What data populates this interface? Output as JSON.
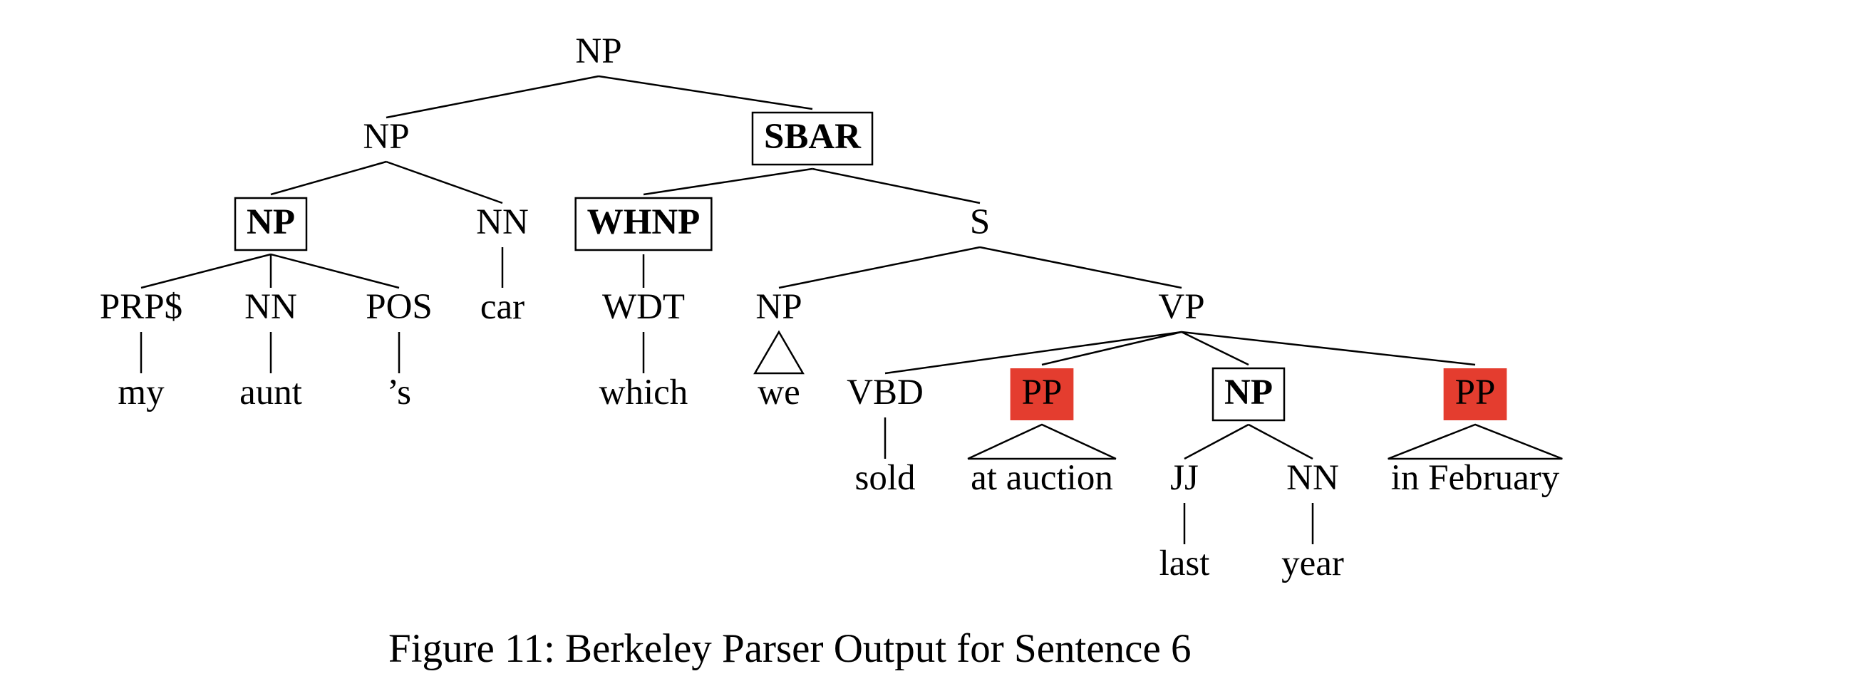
{
  "figure": {
    "caption": "Figure 11: Berkeley Parser Output for Sentence 6",
    "highlight_color": "#e43d2f"
  },
  "tree": {
    "nodes": [
      {
        "id": "np_root",
        "label": "NP"
      },
      {
        "id": "np_l",
        "label": "NP"
      },
      {
        "id": "sbar",
        "label": "SBAR",
        "bold": true,
        "boxed": true
      },
      {
        "id": "np_poss",
        "label": "NP",
        "bold": true,
        "boxed": true
      },
      {
        "id": "nn_car",
        "label": "NN"
      },
      {
        "id": "whnp",
        "label": "WHNP",
        "bold": true,
        "boxed": true
      },
      {
        "id": "s",
        "label": "S"
      },
      {
        "id": "prp",
        "label": "PRP$"
      },
      {
        "id": "nn_aunt",
        "label": "NN"
      },
      {
        "id": "pos",
        "label": "POS"
      },
      {
        "id": "car",
        "label": "car"
      },
      {
        "id": "wdt",
        "label": "WDT"
      },
      {
        "id": "np_we",
        "label": "NP"
      },
      {
        "id": "vp",
        "label": "VP"
      },
      {
        "id": "my",
        "label": "my"
      },
      {
        "id": "aunt",
        "label": "aunt"
      },
      {
        "id": "poss_s",
        "label": "’s"
      },
      {
        "id": "which",
        "label": "which"
      },
      {
        "id": "we",
        "label": "we"
      },
      {
        "id": "vbd",
        "label": "VBD"
      },
      {
        "id": "pp1",
        "label": "PP",
        "highlight": true
      },
      {
        "id": "np_ly",
        "label": "NP",
        "bold": true,
        "boxed": true
      },
      {
        "id": "pp2",
        "label": "PP",
        "highlight": true
      },
      {
        "id": "sold",
        "label": "sold"
      },
      {
        "id": "at_auction",
        "label": "at auction"
      },
      {
        "id": "jj",
        "label": "JJ"
      },
      {
        "id": "nn_year",
        "label": "NN"
      },
      {
        "id": "in_february",
        "label": "in February"
      },
      {
        "id": "last",
        "label": "last"
      },
      {
        "id": "year",
        "label": "year"
      }
    ],
    "edges": [
      [
        "np_root",
        "np_l"
      ],
      [
        "np_root",
        "sbar"
      ],
      [
        "np_l",
        "np_poss"
      ],
      [
        "np_l",
        "nn_car"
      ],
      [
        "np_poss",
        "prp"
      ],
      [
        "np_poss",
        "nn_aunt"
      ],
      [
        "np_poss",
        "pos"
      ],
      [
        "nn_car",
        "car"
      ],
      [
        "prp",
        "my"
      ],
      [
        "nn_aunt",
        "aunt"
      ],
      [
        "pos",
        "poss_s"
      ],
      [
        "sbar",
        "whnp"
      ],
      [
        "sbar",
        "s"
      ],
      [
        "whnp",
        "wdt"
      ],
      [
        "wdt",
        "which"
      ],
      [
        "s",
        "np_we"
      ],
      [
        "s",
        "vp"
      ],
      [
        "vp",
        "vbd"
      ],
      [
        "vp",
        "pp1"
      ],
      [
        "vp",
        "np_ly"
      ],
      [
        "vp",
        "pp2"
      ],
      [
        "vbd",
        "sold"
      ],
      [
        "np_ly",
        "jj"
      ],
      [
        "np_ly",
        "nn_year"
      ],
      [
        "jj",
        "last"
      ],
      [
        "nn_year",
        "year"
      ]
    ],
    "triangles": [
      [
        "np_we",
        "we"
      ],
      [
        "pp1",
        "at_auction"
      ],
      [
        "pp2",
        "in_february"
      ]
    ]
  }
}
